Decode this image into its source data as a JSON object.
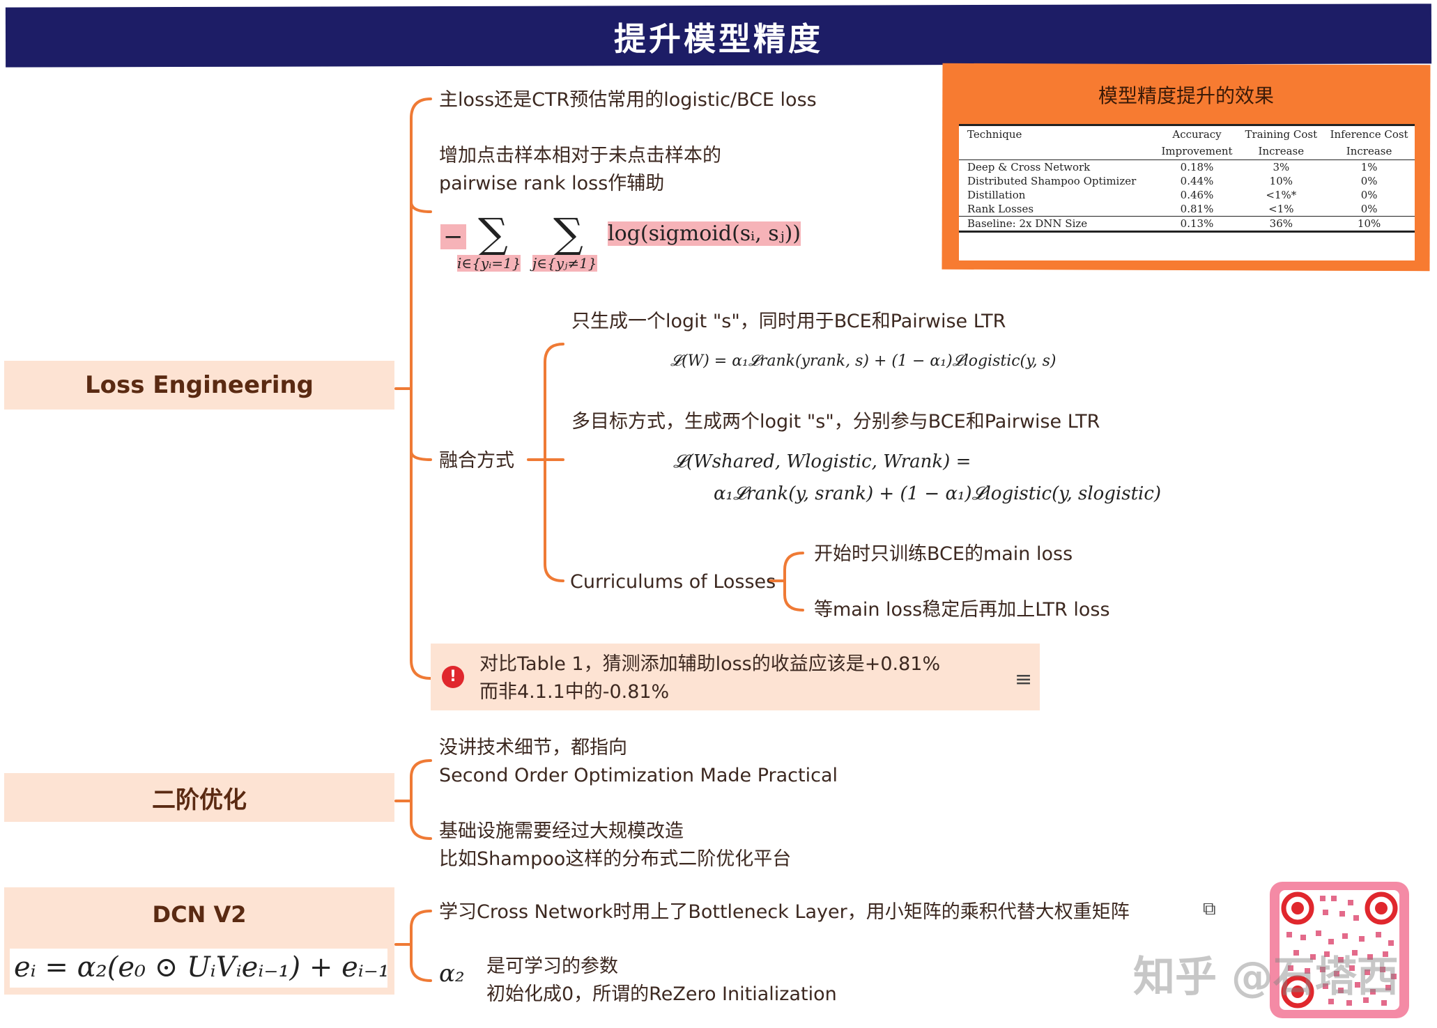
{
  "header": {
    "title": "提升模型精度"
  },
  "colors": {
    "header_bg": "#1d1d66",
    "accent": "#ef7a35",
    "branch_bg": "#fde3d3",
    "warn": "#e0272d"
  },
  "branches": {
    "loss_engineering": "Loss Engineering",
    "second_order": "二阶优化",
    "dcn_v2": "DCN V2"
  },
  "loss": {
    "main_loss": "主loss还是CTR预估常用的logistic/BCE loss",
    "pairwise_line1": "增加点击样本相对于未点击样本的",
    "pairwise_line2": "pairwise rank loss作辅助",
    "formula_minus": "−",
    "formula_sum1_sub": "i∈{yᵢ=1}",
    "formula_sum2_sub": "j∈{yⱼ≠1}",
    "formula_log": "log(sigmoid(sᵢ, sⱼ))",
    "fusion_label": "融合方式",
    "single_logit": "只生成一个logit \"s\"，同时用于BCE和Pairwise LTR",
    "formula_single": "𝓛(W) = α₁𝓛rank(yrank, s) + (1 − α₁)𝓛logistic(y, s)",
    "multi_logit": "多目标方式，生成两个logit \"s\"，分别参与BCE和Pairwise LTR",
    "formula_multi_1": "𝓛(Wshared, Wlogistic, Wrank) =",
    "formula_multi_2": "α₁𝓛rank(y, srank) + (1 − α₁)𝓛logistic(y, slogistic)",
    "curriculum_label": "Curriculums of Losses",
    "curriculum_1": "开始时只训练BCE的main loss",
    "curriculum_2": "等main loss稳定后再加上LTR loss",
    "note_line1": "对比Table 1，猜测添加辅助loss的收益应该是+0.81%",
    "note_line2": "而非4.1.1中的-0.81%",
    "note_icon": "!",
    "menu_icon": "≡"
  },
  "second_order": {
    "line1": "没讲技术细节，都指向",
    "line2": "Second Order Optimization Made Practical",
    "line3": "基础设施需要经过大规模改造",
    "line4": "比如Shampoo这样的分布式二阶优化平台"
  },
  "dcn": {
    "formula": "eᵢ = α₂(e₀ ⊙ UᵢVᵢeᵢ₋₁) + eᵢ₋₁",
    "bottleneck": "学习Cross Network时用上了Bottleneck Layer，用小矩阵的乘积代替大权重矩阵",
    "alpha_symbol": "α₂",
    "alpha_line1": "是可学习的参数",
    "alpha_line2": "初始化成0，所谓的ReZero Initialization",
    "link_icon": "⧉"
  },
  "results_table": {
    "title": "模型精度提升的效果",
    "headers": [
      "Technique",
      "Accuracy Improvement",
      "Training Cost Increase",
      "Inference Cost Increase"
    ],
    "header_line1": [
      "Technique",
      "Accuracy",
      "Training Cost",
      "Inference Cost"
    ],
    "header_line2": [
      "",
      "Improvement",
      "Increase",
      "Increase"
    ],
    "rows": [
      [
        "Deep & Cross Network",
        "0.18%",
        "3%",
        "1%"
      ],
      [
        "Distributed Shampoo Optimizer",
        "0.44%",
        "10%",
        "0%"
      ],
      [
        "Distillation",
        "0.46%",
        "<1%*",
        "0%"
      ],
      [
        "Rank Losses",
        "0.81%",
        "<1%",
        "0%"
      ]
    ],
    "baseline": [
      "Baseline: 2x DNN Size",
      "0.13%",
      "36%",
      "10%"
    ]
  },
  "watermark": "知乎 @石塔西"
}
